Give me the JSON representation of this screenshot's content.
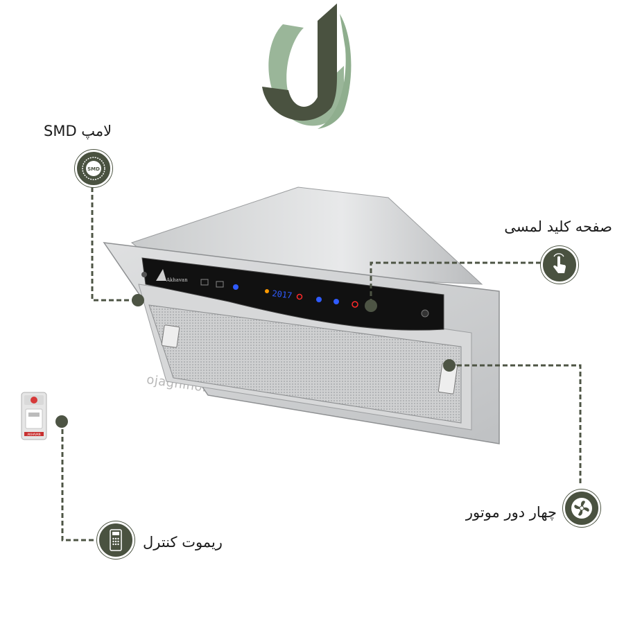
{
  "colors": {
    "brand_dark": "#4a5240",
    "brand_light": "#8fae8e",
    "connector": "#4d5444",
    "display_blue": "#2f5bff",
    "display_red": "#ff2a2a"
  },
  "brand": {
    "logo_icon": "ojaghino-logo-icon",
    "watermark": "ojaghino.com"
  },
  "product": {
    "logo_text": "Akhavan",
    "display_readout": "2017"
  },
  "callouts": {
    "smd_lamp": {
      "label": "لامپ SMD",
      "icon": "smd-lamp-icon",
      "icon_text": "SMD"
    },
    "touch_panel": {
      "label": "صفحه کلید لمسی",
      "icon": "touch-hand-icon"
    },
    "four_speed_motor": {
      "label": "چهار دور موتور",
      "icon": "fan-icon"
    },
    "remote_control": {
      "label": "ریموت کنترل",
      "icon": "remote-icon",
      "remote_brand": "AKHAVAN"
    }
  }
}
